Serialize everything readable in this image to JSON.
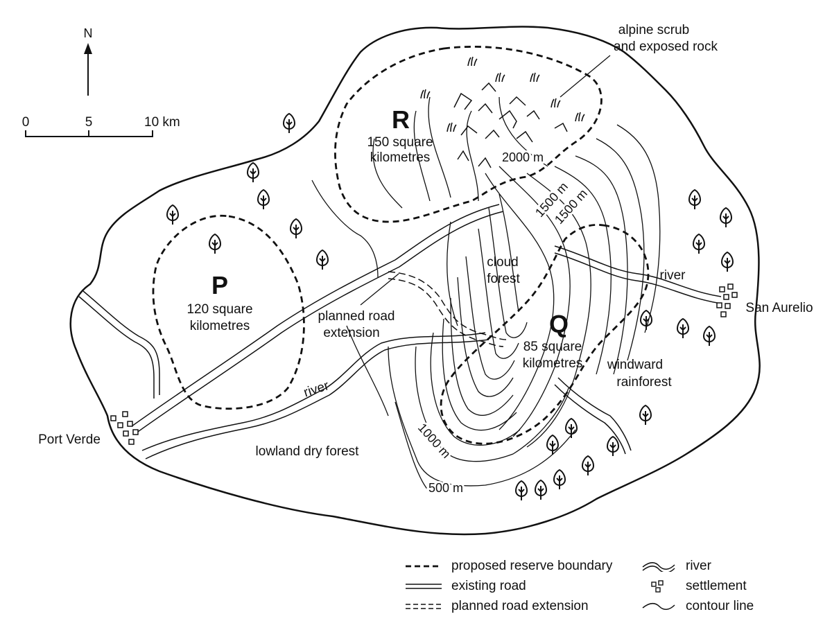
{
  "compass": {
    "north_label": "N"
  },
  "scale_bar": {
    "ticks": [
      "0",
      "5",
      "10 km"
    ]
  },
  "zones": {
    "P": {
      "letter": "P",
      "area_line1": "120 square",
      "area_line2": "kilometres"
    },
    "Q": {
      "letter": "Q",
      "area_line1": "85 square",
      "area_line2": "kilometres"
    },
    "R": {
      "letter": "R",
      "area_line1": "150 square",
      "area_line2": "kilometres"
    }
  },
  "labels": {
    "alpine_line1": "alpine scrub",
    "alpine_line2": "and exposed rock",
    "cloud_line1": "cloud",
    "cloud_line2": "forest",
    "windward_line1": "windward",
    "windward_line2": "rainforest",
    "lowland": "lowland dry forest",
    "planned_line1": "planned road",
    "planned_line2": "extension",
    "river_east": "river",
    "river_west": "river"
  },
  "settlements": {
    "west": "Port Verde",
    "east": "San Aurelio"
  },
  "contours": {
    "c2000": "2000 m",
    "c1500a": "1500 m",
    "c1500b": "1500 m",
    "c1000": "1000 m",
    "c500": "500 m"
  },
  "legend": [
    {
      "symbol": "dashed-bold",
      "label": "proposed reserve boundary"
    },
    {
      "symbol": "double-line",
      "label": "existing road"
    },
    {
      "symbol": "double-dashed",
      "label": "planned road extension"
    },
    {
      "symbol": "river",
      "label": "river"
    },
    {
      "symbol": "settlement",
      "label": "settlement"
    },
    {
      "symbol": "contour",
      "label": "contour line"
    }
  ]
}
